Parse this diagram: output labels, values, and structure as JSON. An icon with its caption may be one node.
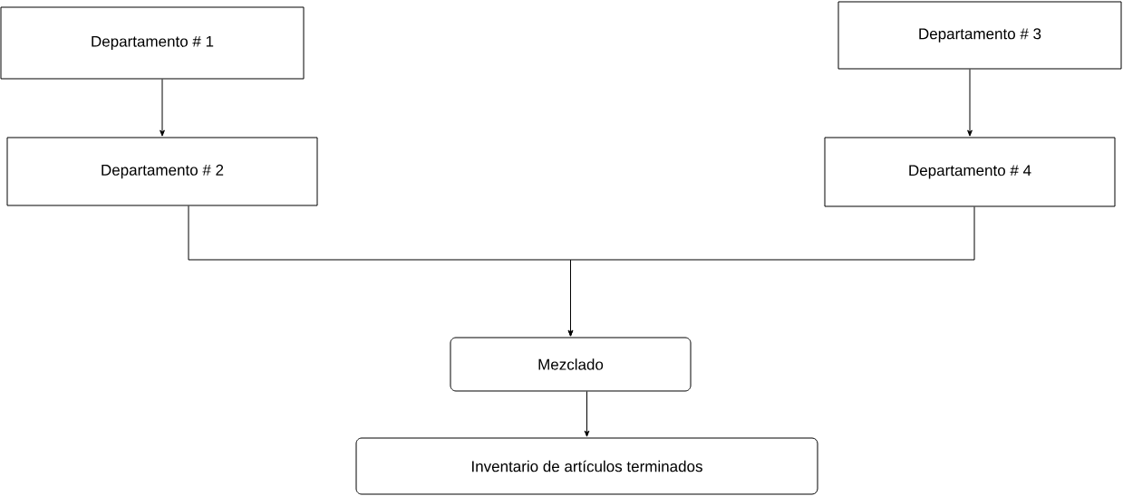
{
  "diagram": {
    "nodes": [
      {
        "text": [
          "Departamento # 1"
        ]
      },
      {
        "text": [
          "Departamento # 3"
        ]
      },
      {
        "text": [
          "Departamento # 2"
        ]
      },
      {
        "text": [
          "Departamento # 4"
        ]
      },
      {
        "text": [
          "Mezclado"
        ]
      },
      {
        "text": [
          "Inventario de artículos terminados"
        ]
      }
    ],
    "edges": [
      {
        "from": 0,
        "to": 2,
        "arrow": "to"
      },
      {
        "from": 1,
        "to": 3,
        "arrow": "to"
      },
      {
        "from": 2,
        "to": 4,
        "arrow": "to"
      },
      {
        "from": 3,
        "to": 4,
        "arrow": "to"
      },
      {
        "from": 4,
        "to": 5,
        "arrow": "to"
      }
    ]
  }
}
